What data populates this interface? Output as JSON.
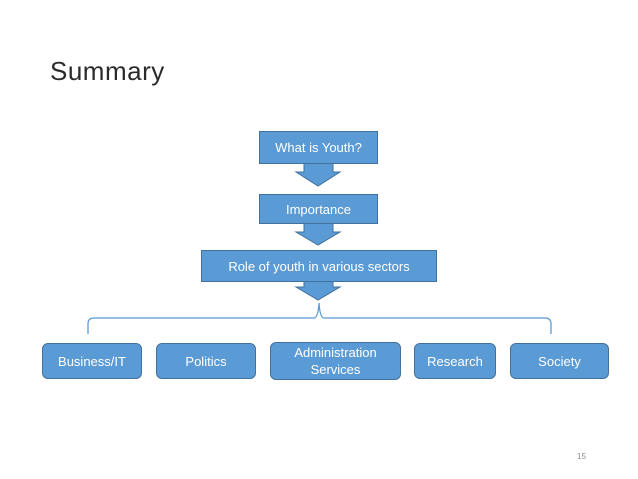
{
  "title": "Summary",
  "colors": {
    "box_fill": "#5b9bd5",
    "box_border": "#41719c",
    "text": "#ffffff",
    "bracket": "#5b9bd5"
  },
  "flow": {
    "step1": "What is Youth?",
    "step2": "Importance",
    "step3": "Role of youth in various sectors"
  },
  "sectors": {
    "s1": "Business/IT",
    "s2": "Politics",
    "s3": "Administration Services",
    "s4": "Research",
    "s5": "Society"
  },
  "page_number": "15"
}
